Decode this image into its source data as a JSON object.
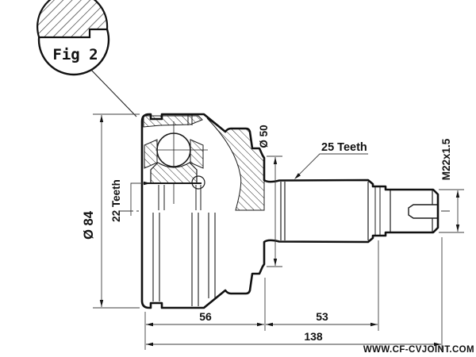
{
  "figure": {
    "label": "Fig 2"
  },
  "part": {
    "name": "cv-joint-outer-race-with-stub-shaft"
  },
  "dims": {
    "outer_diameter": "Ø 84",
    "inner_spline_teeth": "22 Teeth",
    "boot_seat_diameter": "Ø 50",
    "shaft_spline_teeth": "25 Teeth",
    "thread_size": "M22x1.5",
    "body_length": "56",
    "spline_length": "53",
    "total_length": "138"
  },
  "watermark": "WWW.CF-CVJOINT.COM",
  "colors": {
    "outline": "#111111",
    "dimension": "#3d3d3d",
    "watermark": "#9e9e9e",
    "background": "#ffffff"
  }
}
